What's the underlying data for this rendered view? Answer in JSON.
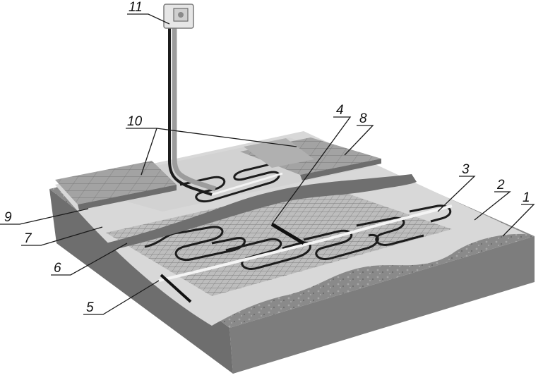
{
  "callouts": [
    {
      "id": "1",
      "label": "1"
    },
    {
      "id": "2",
      "label": "2"
    },
    {
      "id": "3",
      "label": "3"
    },
    {
      "id": "4",
      "label": "4"
    },
    {
      "id": "5",
      "label": "5"
    },
    {
      "id": "6",
      "label": "6"
    },
    {
      "id": "7",
      "label": "7"
    },
    {
      "id": "8",
      "label": "8"
    },
    {
      "id": "9",
      "label": "9"
    },
    {
      "id": "10",
      "label": "10"
    },
    {
      "id": "11",
      "label": "11"
    }
  ],
  "colors": {
    "slab_top": "#8f8f8f",
    "slab_front": "#7d7d7d",
    "slab_side": "#6a6a6a",
    "screed": "#d6d6d6",
    "adhesive": "#6f6f6f",
    "tile": "#9a9a9a",
    "cable": "#1c1c1c",
    "conduit": "#bdbdbd"
  }
}
